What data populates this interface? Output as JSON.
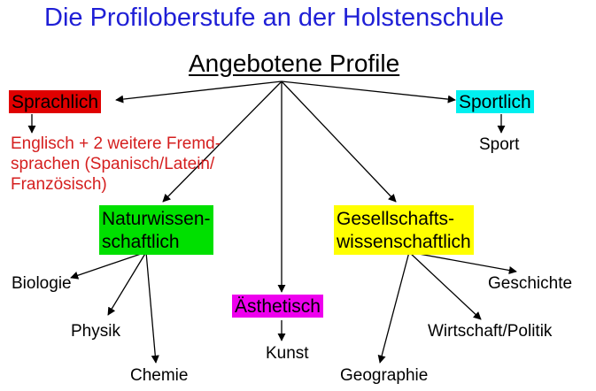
{
  "title": "Die Profiloberstufe an der Holstenschule",
  "subtitle": "Angebotene Profile",
  "profiles": {
    "sprachlich": {
      "label": "Sprachlich",
      "color": "#e00000",
      "description": [
        "Englisch + 2 weitere Fremd-",
        "sprachen (Spanisch/Latein/",
        "Französisch)"
      ],
      "description_color": "#d51f1f"
    },
    "sportlich": {
      "label": "Sportlich",
      "color": "#00f0f0",
      "subjects": [
        "Sport"
      ]
    },
    "naturwissenschaftlich": {
      "label_lines": [
        "Naturwissen-",
        "schaftlich"
      ],
      "color": "#00e000",
      "subjects": [
        "Biologie",
        "Physik",
        "Chemie"
      ]
    },
    "aesthetisch": {
      "label": "Ästhetisch",
      "color": "#ee00ee",
      "subjects": [
        "Kunst"
      ]
    },
    "gesellschaftswissenschaftlich": {
      "label_lines": [
        "Gesellschafts-",
        "wissenschaftlich"
      ],
      "color": "#ffff00",
      "subjects": [
        "Geschichte",
        "Wirtschaft/Politik",
        "Geographie"
      ]
    }
  }
}
